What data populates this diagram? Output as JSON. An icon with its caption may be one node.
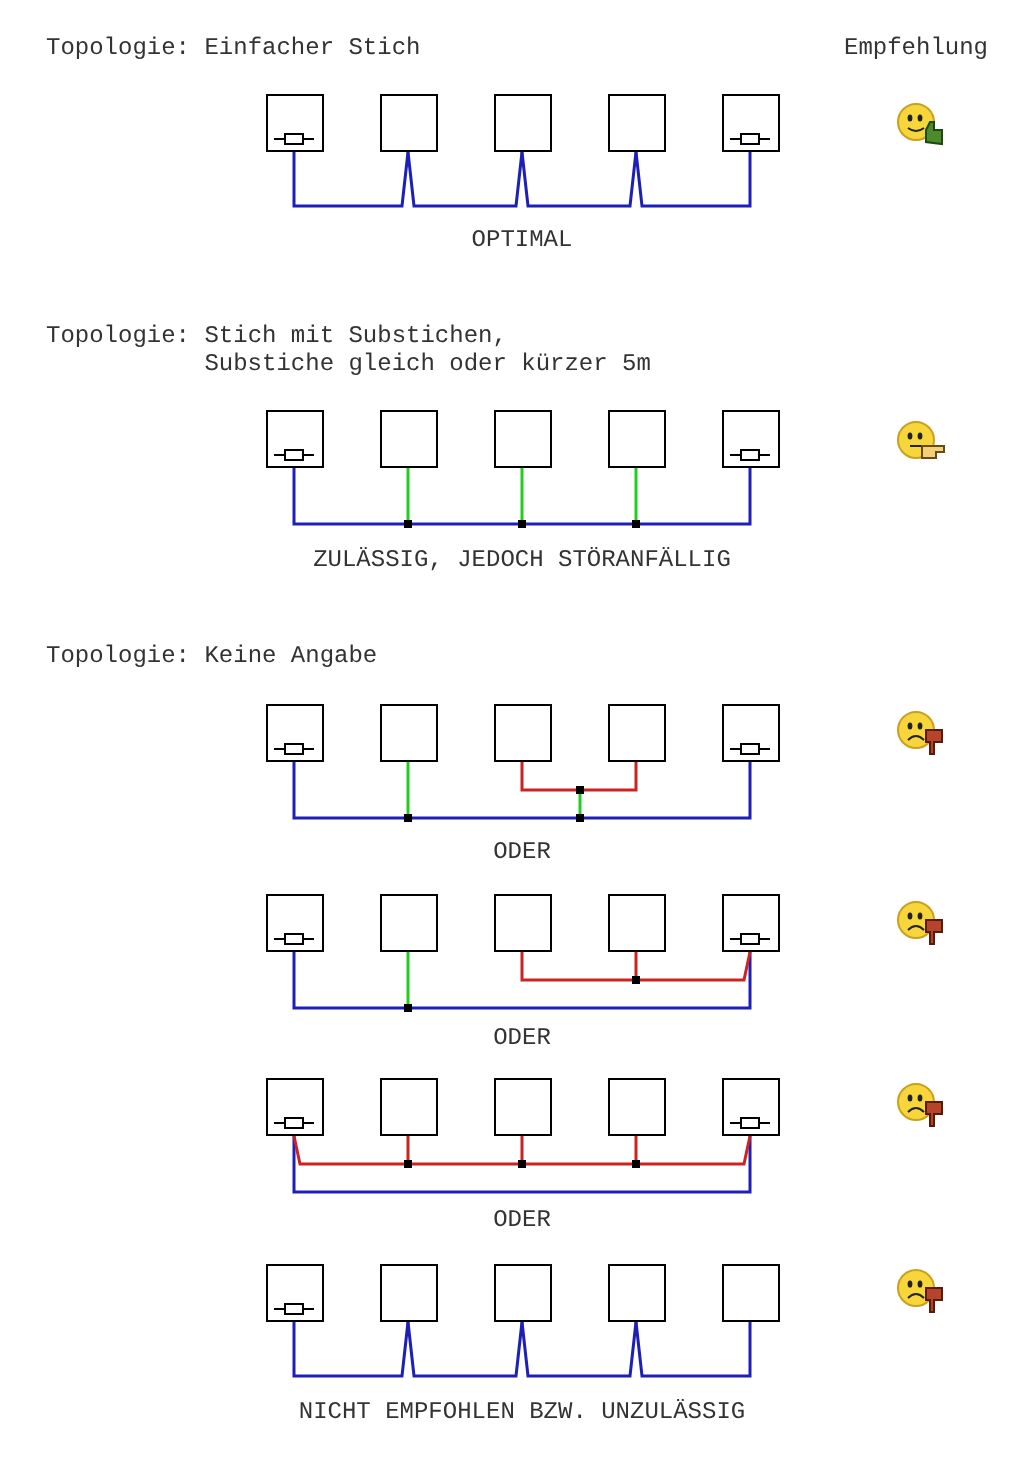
{
  "diagram": {
    "nodes": [
      {
        "text": [],
        "shape": "box"
      },
      {
        "text": [],
        "shape": "box"
      },
      {
        "text": [],
        "shape": "box"
      },
      {
        "text": [],
        "shape": "box"
      },
      {
        "text": [],
        "shape": "box"
      },
      {
        "text": [],
        "shape": "box"
      },
      {
        "text": [],
        "shape": "box"
      },
      {
        "text": [],
        "shape": "box"
      },
      {
        "text": [],
        "shape": "box"
      },
      {
        "text": [],
        "shape": "box"
      },
      {
        "text": [],
        "shape": "dot"
      },
      {
        "text": [],
        "shape": "dot"
      },
      {
        "text": [],
        "shape": "dot"
      },
      {
        "text": [],
        "shape": "box"
      },
      {
        "text": [],
        "shape": "box"
      },
      {
        "text": [],
        "shape": "box"
      },
      {
        "text": [],
        "shape": "box"
      },
      {
        "text": [],
        "shape": "box"
      },
      {
        "text": [],
        "shape": "dot"
      },
      {
        "text": [],
        "shape": "dot"
      },
      {
        "text": [],
        "shape": "dot"
      },
      {
        "text": [],
        "shape": "box"
      },
      {
        "text": [],
        "shape": "box"
      },
      {
        "text": [],
        "shape": "box"
      },
      {
        "text": [],
        "shape": "box"
      },
      {
        "text": [],
        "shape": "box"
      },
      {
        "text": [],
        "shape": "dot"
      },
      {
        "text": [],
        "shape": "dot"
      },
      {
        "text": [],
        "shape": "box"
      },
      {
        "text": [],
        "shape": "box"
      },
      {
        "text": [],
        "shape": "box"
      },
      {
        "text": [],
        "shape": "box"
      },
      {
        "text": [],
        "shape": "box"
      },
      {
        "text": [],
        "shape": "dot"
      },
      {
        "text": [],
        "shape": "dot"
      },
      {
        "text": [],
        "shape": "dot"
      },
      {
        "text": [],
        "shape": "box"
      },
      {
        "text": [],
        "shape": "box"
      },
      {
        "text": [],
        "shape": "box"
      },
      {
        "text": [],
        "shape": "box"
      },
      {
        "text": [],
        "shape": "box"
      }
    ],
    "edges": [
      {
        "from": 0,
        "to": 1,
        "arrow": "none"
      },
      {
        "from": 1,
        "to": 2,
        "arrow": "none"
      },
      {
        "from": 2,
        "to": 3,
        "arrow": "none"
      },
      {
        "from": 3,
        "to": 4,
        "arrow": "none"
      },
      {
        "from": 5,
        "to": 10,
        "arrow": "none"
      },
      {
        "from": 10,
        "to": 11,
        "arrow": "none"
      },
      {
        "from": 11,
        "to": 12,
        "arrow": "none"
      },
      {
        "from": 12,
        "to": 9,
        "arrow": "none"
      },
      {
        "from": 10,
        "to": 6,
        "arrow": "none",
        "color": "#22cc22"
      },
      {
        "from": 11,
        "to": 7,
        "arrow": "none",
        "color": "#22cc22"
      },
      {
        "from": 12,
        "to": 8,
        "arrow": "none",
        "color": "#22cc22"
      },
      {
        "from": 13,
        "to": 18,
        "arrow": "none"
      },
      {
        "from": 18,
        "to": 20,
        "arrow": "none"
      },
      {
        "from": 20,
        "to": 17,
        "arrow": "none"
      },
      {
        "from": 18,
        "to": 14,
        "arrow": "none",
        "color": "#22cc22"
      },
      {
        "from": 15,
        "to": 19,
        "arrow": "none",
        "color": "#cc2222"
      },
      {
        "from": 19,
        "to": 16,
        "arrow": "none",
        "color": "#cc2222"
      },
      {
        "from": 19,
        "to": 20,
        "arrow": "none",
        "color": "#22cc22"
      },
      {
        "from": 21,
        "to": 26,
        "arrow": "none"
      },
      {
        "from": 26,
        "to": 25,
        "arrow": "none"
      },
      {
        "from": 26,
        "to": 22,
        "arrow": "none",
        "color": "#22cc22"
      },
      {
        "from": 23,
        "to": 27,
        "arrow": "none",
        "color": "#cc2222"
      },
      {
        "from": 27,
        "to": 24,
        "arrow": "none",
        "color": "#cc2222"
      },
      {
        "from": 27,
        "to": 25,
        "arrow": "none",
        "color": "#cc2222"
      },
      {
        "from": 28,
        "to": 32,
        "arrow": "none"
      },
      {
        "from": 28,
        "to": 33,
        "arrow": "none",
        "color": "#cc2222"
      },
      {
        "from": 33,
        "to": 34,
        "arrow": "none",
        "color": "#cc2222"
      },
      {
        "from": 34,
        "to": 35,
        "arrow": "none",
        "color": "#cc2222"
      },
      {
        "from": 35,
        "to": 32,
        "arrow": "none",
        "color": "#cc2222"
      },
      {
        "from": 33,
        "to": 29,
        "arrow": "none",
        "color": "#cc2222"
      },
      {
        "from": 34,
        "to": 30,
        "arrow": "none",
        "color": "#cc2222"
      },
      {
        "from": 35,
        "to": 31,
        "arrow": "none",
        "color": "#cc2222"
      },
      {
        "from": 36,
        "to": 37,
        "arrow": "none"
      },
      {
        "from": 37,
        "to": 38,
        "arrow": "none"
      },
      {
        "from": 38,
        "to": 39,
        "arrow": "none"
      },
      {
        "from": 39,
        "to": 40,
        "arrow": "none"
      }
    ],
    "labels": [
      "Topologie: Einfacher Stich",
      "Empfehlung",
      "OPTIMAL",
      "Topologie: Stich mit Substichen, Substiche gleich oder kürzer 5m",
      "ZULÄSSIG, JEDOCH STÖRANFÄLLIG",
      "Topologie: Keine Angabe",
      "ODER",
      "ODER",
      "ODER",
      "NICHT EMPFOHLEN BZW. UNZULÄSSIG"
    ]
  }
}
